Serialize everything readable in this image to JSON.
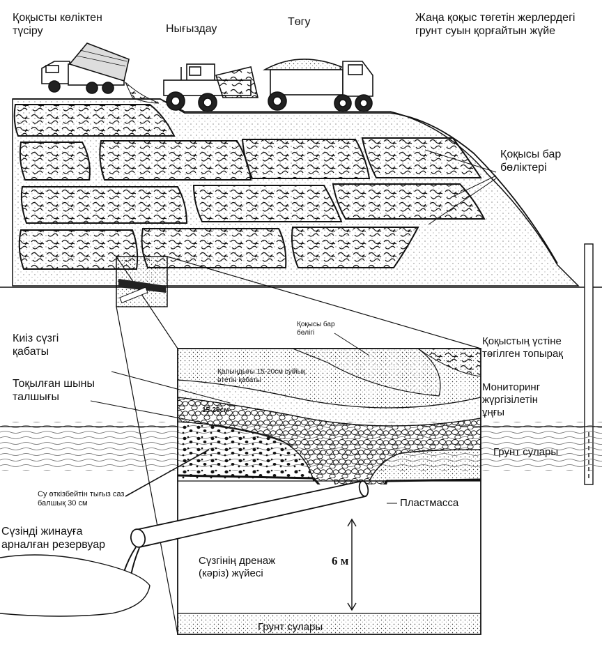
{
  "labels": {
    "unloading": "Қоқысты көліктен\nтүсіру",
    "compaction": "Нығыздау",
    "dumping": "Төгу",
    "system_title": "Жаңа қоқыс төгетін жерлердегі\nгрунт суын қорғайтын жүйе",
    "waste_cells": "Қоқысы бар\nбөліктері",
    "felt_filter": "Киіз сүзгі\nқабаты",
    "glass_fiber": "Тоқылған шыны\nталшығы",
    "waste_part": "Қоқысы бар\nбөлігі",
    "cover_soil": "Қоқыстың үстіне\nтөгілген топырақ",
    "water_layer": "Қалыңдығы 15-20см суійық\nөтетін қабаты",
    "thickness": "15-20см",
    "monitoring_well": "Мониторинг\nжүргізілетін\nұңғы",
    "groundwater_right": "Грунт сулары",
    "clay_layer": "Су өткізбейтін тығыз саз\nбалшық 30 см",
    "plastic": "Пластмасса",
    "reservoir": "Сүзінді жинауға\nарналған резервуар",
    "drainage": "Сүзгінің дренаж\n(кәріз) жүйесі",
    "depth": "6 м",
    "groundwater_bottom": "Грунт сулары"
  },
  "colors": {
    "ink": "#111111",
    "paper": "#ffffff",
    "gravel_fill": "#ffffff",
    "soil_fill": "#f4f4f4"
  }
}
